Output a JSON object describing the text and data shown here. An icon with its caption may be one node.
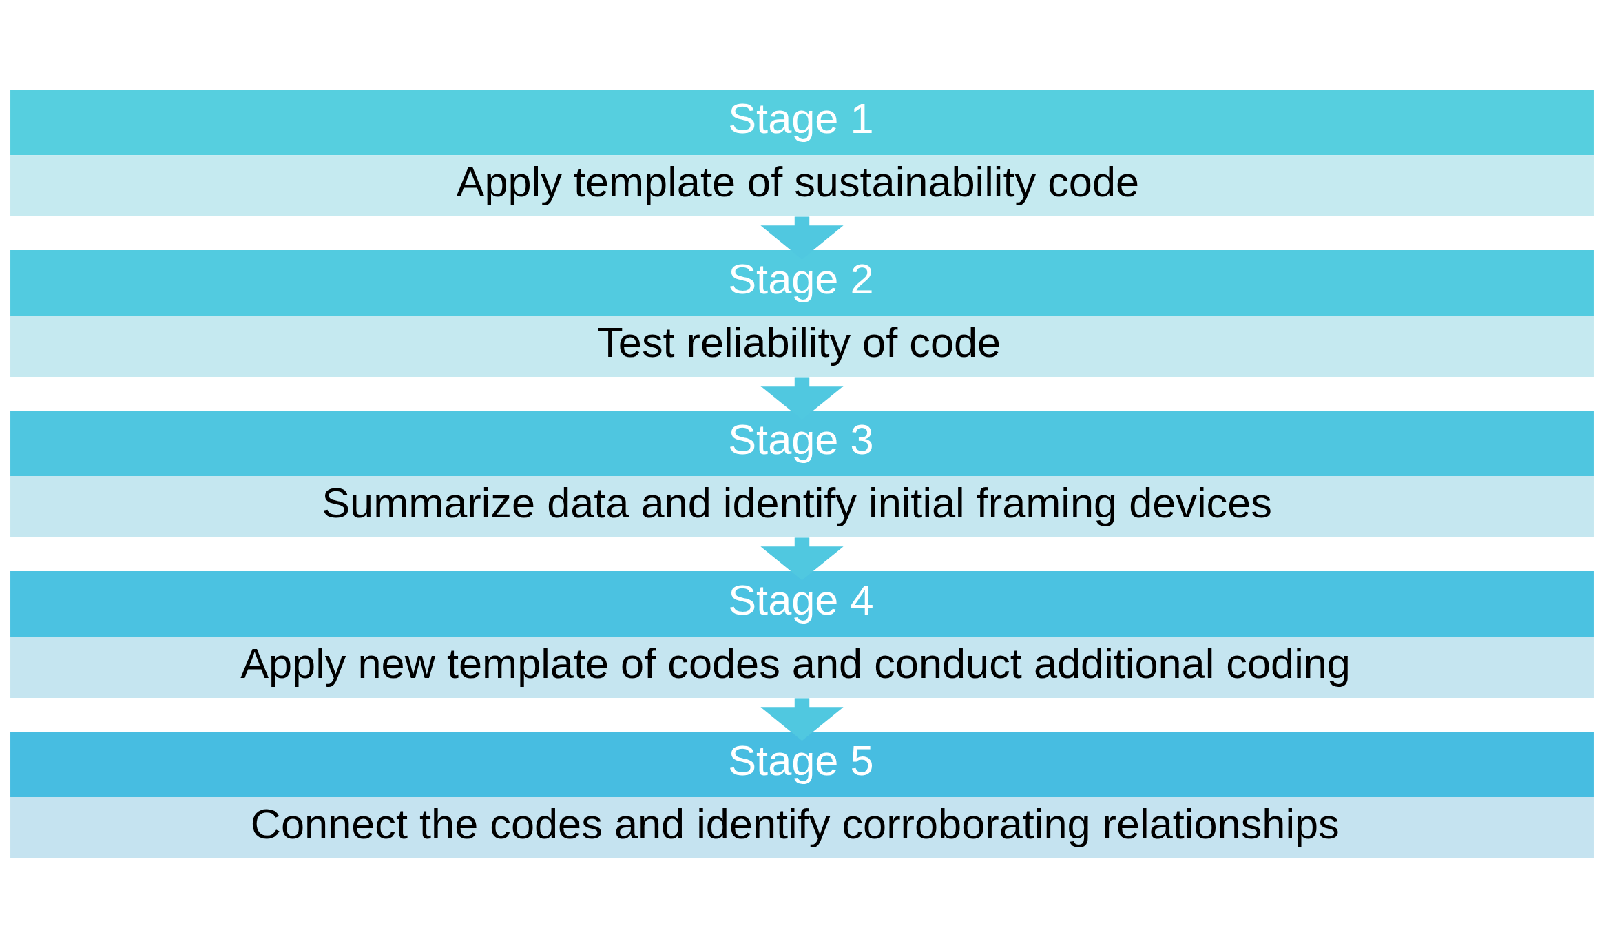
{
  "diagram": {
    "nodes": [
      {
        "text": [
          "Stage 1",
          "Apply template of sustainability code"
        ]
      },
      {
        "text": [
          "Stage 2",
          "Test reliability of code"
        ]
      },
      {
        "text": [
          "Stage 3",
          "Summarize data and identify initial framing devices"
        ]
      },
      {
        "text": [
          "Stage 4",
          "Apply new template of codes and conduct additional coding"
        ]
      },
      {
        "text": [
          "Stage 5",
          "Connect the codes and identify corroborating relationships"
        ]
      }
    ],
    "edges": [
      {
        "from": 0,
        "to": 1,
        "arrow": "to"
      },
      {
        "from": 1,
        "to": 2,
        "arrow": "to"
      },
      {
        "from": 2,
        "to": 3,
        "arrow": "to"
      },
      {
        "from": 3,
        "to": 4,
        "arrow": "to"
      }
    ]
  }
}
